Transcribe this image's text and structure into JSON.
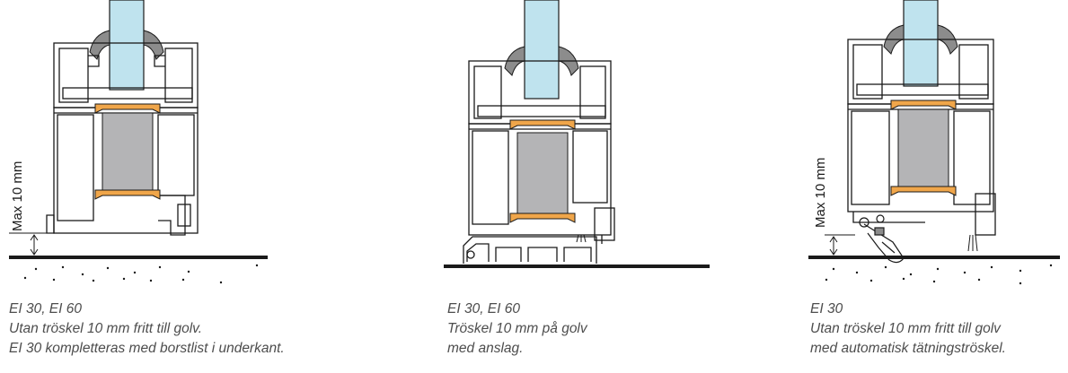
{
  "colors": {
    "glass": "#bfe3ee",
    "gasket": "#8c8c8c",
    "insulation": "#b4b4b6",
    "thermal_break": "#f0a64a",
    "profile_stroke": "#1a1a1a",
    "floor": "#1a1a1a",
    "caption_text": "#4d4d4d"
  },
  "panels": [
    {
      "dimension_label": "Max 10 mm",
      "caption": [
        "EI 30, EI 60",
        "Utan tröskel 10 mm fritt till golv.",
        "EI 30 kompletteras med borstlist i underkant."
      ]
    },
    {
      "dimension_label": "",
      "caption": [
        "EI 30, EI 60",
        "Tröskel 10 mm på golv",
        "med anslag."
      ]
    },
    {
      "dimension_label": "Max 10 mm",
      "caption": [
        "EI 30",
        "Utan tröskel 10 mm fritt till golv",
        "med automatisk tätningströskel."
      ]
    }
  ]
}
